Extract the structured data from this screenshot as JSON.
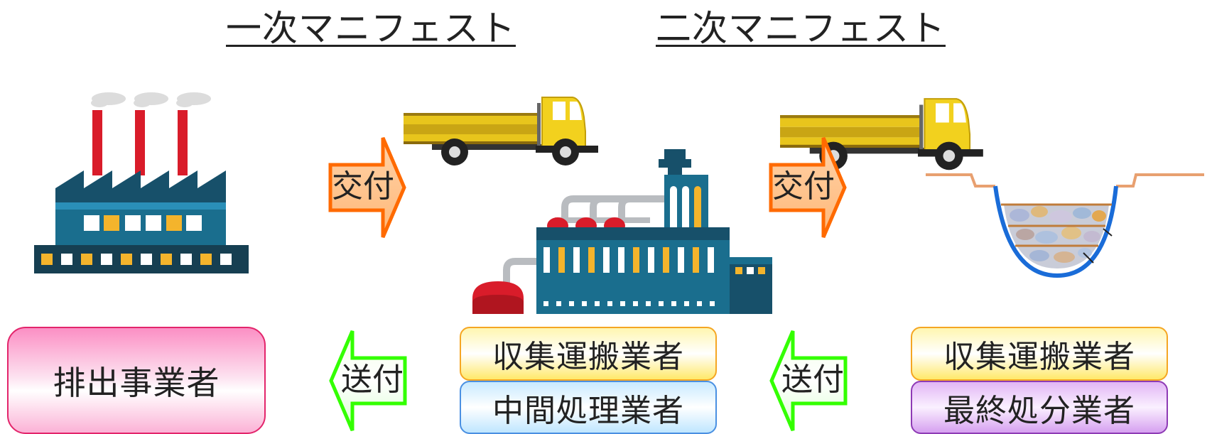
{
  "titles": {
    "first": "一次マニフェスト",
    "second": "二次マニフェスト"
  },
  "arrows": {
    "deliver_1": "交付",
    "deliver_2": "交付",
    "send_1": "送付",
    "send_2": "送付"
  },
  "boxes": {
    "emitter": "排出事業者",
    "collector_1": "収集運搬業者",
    "intermediate": "中間処理業者",
    "collector_2": "収集運搬業者",
    "disposal": "最終処分業者"
  },
  "illustrations": [
    "factory-icon",
    "truck-icon",
    "processing-plant-icon",
    "truck-icon",
    "landfill-icon"
  ],
  "colors": {
    "deliver_arrow": "#ff6a00",
    "send_arrow": "#33ff00",
    "emitter_border": "#e3256b",
    "collector_border": "#f5a623",
    "intermediate_border": "#4a90e2",
    "disposal_border": "#8e3bb5"
  }
}
